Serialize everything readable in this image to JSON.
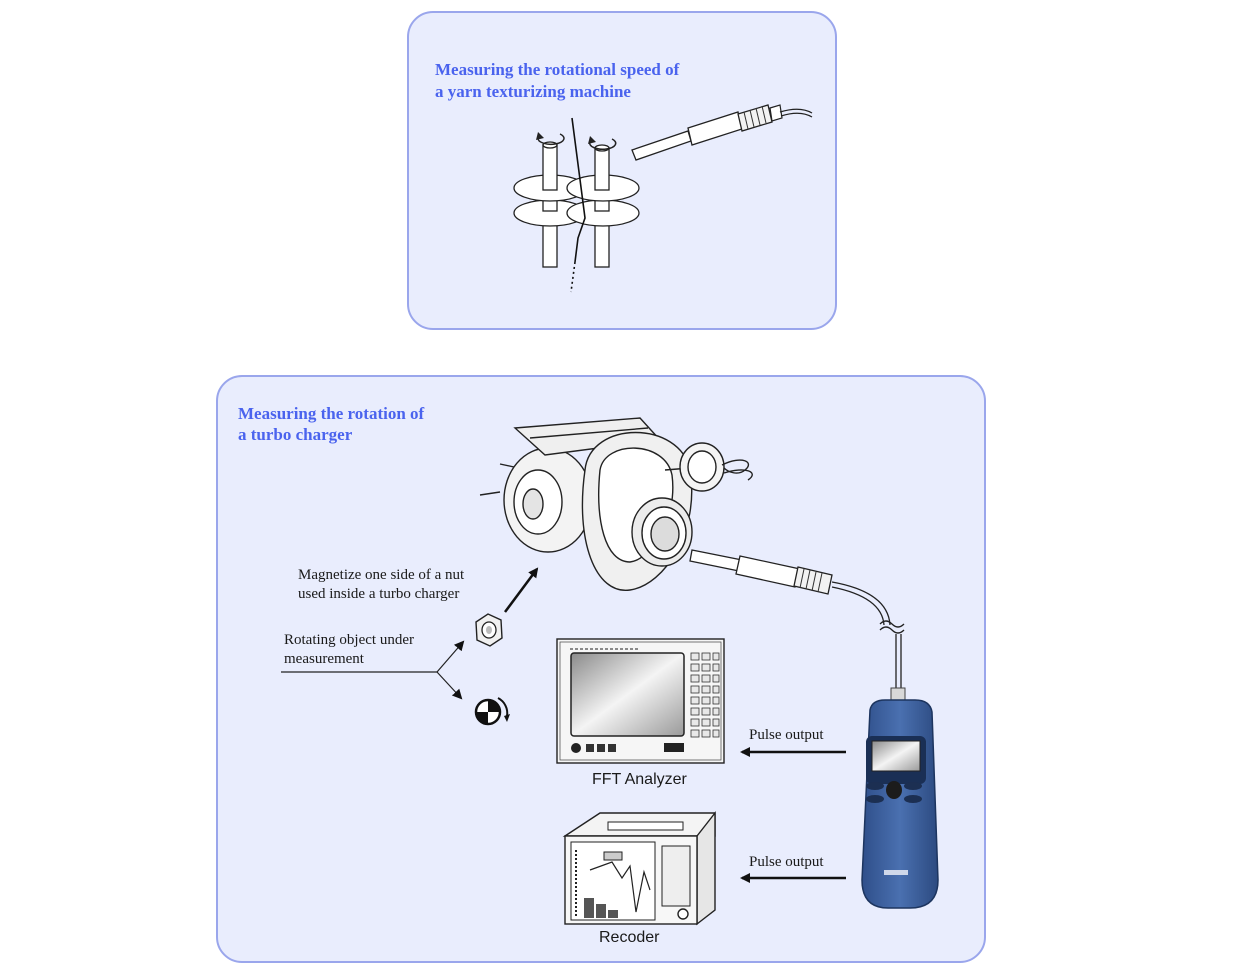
{
  "panels": {
    "yarn": {
      "title_lines": [
        "Measuring the rotational speed of",
        "a yarn texturizing machine"
      ]
    },
    "turbo": {
      "title_lines": [
        "Measuring the rotation of",
        "a turbo charger"
      ],
      "magnetize_note_lines": [
        "Magnetize one side of a nut",
        "used inside a turbo charger"
      ],
      "rotating_object_lines": [
        "Rotating object under",
        "measurement"
      ],
      "pulse_output_1": "Pulse output",
      "pulse_output_2": "Pulse output",
      "fft_label": "FFT Analyzer",
      "recorder_label": "Recoder"
    }
  },
  "colors": {
    "panel_fill": "#e9edfd",
    "panel_border": "#9aa6ec",
    "title_text": "#4a63ee",
    "tachometer_body": "#3c5f9c"
  }
}
